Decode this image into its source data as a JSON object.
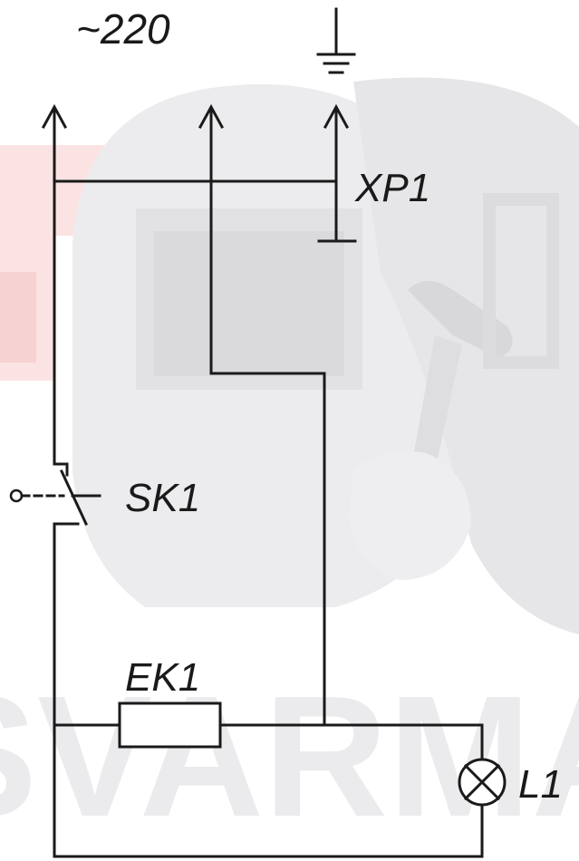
{
  "watermark": {
    "logo_text": "SVARMA",
    "colors": {
      "gray": "#e3e3e5",
      "red": "#fbe1e1"
    }
  },
  "diagram": {
    "supply_label": "~220",
    "connector_label": "XP1",
    "switch_label": "SK1",
    "heater_label": "EK1",
    "lamp_label": "L1",
    "ground_symbol": "ground-icon",
    "wire_color": "#1a1a1a"
  }
}
